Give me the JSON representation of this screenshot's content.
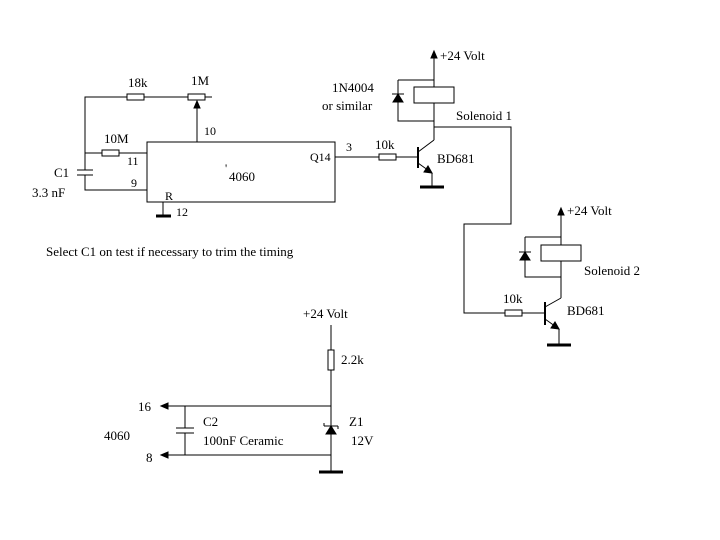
{
  "labels": {
    "supply_top": "+24 Volt",
    "supply_mid": "+24 Volt",
    "supply_bottom": "+24 Volt",
    "diode_1": "1N4004",
    "diode_1_note": "or similar",
    "solenoid_1": "Solenoid 1",
    "solenoid_2": "Solenoid 2",
    "transistor_1": "BD681",
    "transistor_2": "BD681",
    "r_base_1": "10k",
    "r_base_2": "10k",
    "r_18k": "18k",
    "pot_1m": "1M",
    "r_10m": "10M",
    "c1": "C1",
    "c1_value": "3.3 nF",
    "pin_9": "9",
    "pin_10": "10",
    "pin_11": "11",
    "pin_12": "12",
    "pin_3": "3",
    "pin_q14": "Q14",
    "pin_r": "R",
    "ic_name": "4060",
    "ic_mark": "'",
    "note": "Select C1 on test if necessary to trim the timing",
    "r_2k2": "2.2k",
    "pin_16": "16",
    "pin_8": "8",
    "ic_ref": "4060",
    "c2": "C2",
    "c2_value": "100nF Ceramic",
    "z1": "Z1",
    "z1_value": "12V"
  }
}
